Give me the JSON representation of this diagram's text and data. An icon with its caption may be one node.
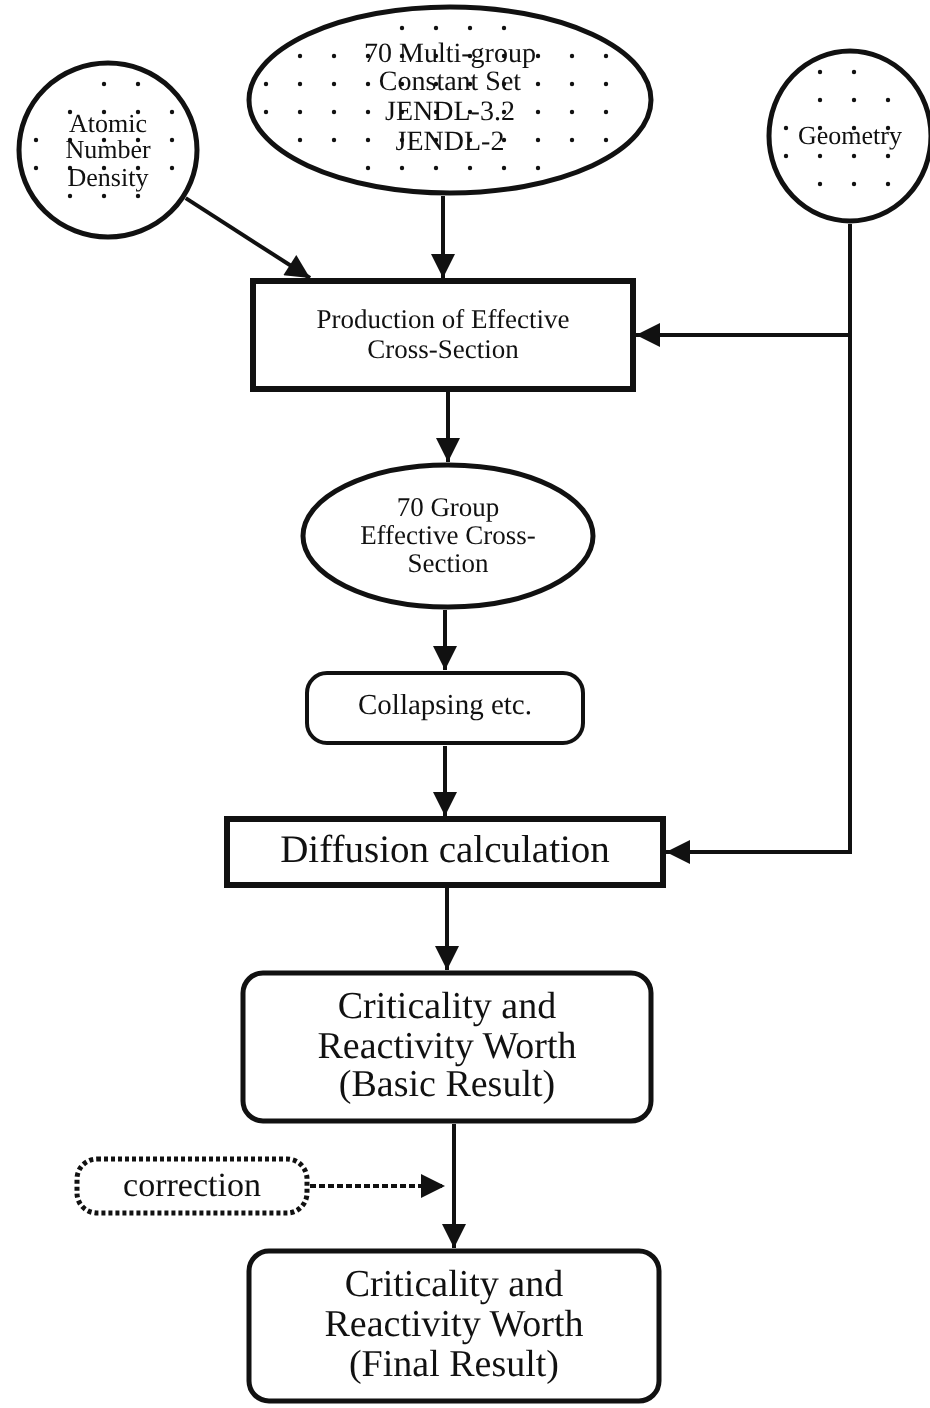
{
  "diagram": {
    "nodes": [
      {
        "text": [
          "Atomic Number Density"
        ]
      },
      {
        "text": [
          "70 Multi-group Constant Set JENDL-3.2 JENDL-2"
        ]
      },
      {
        "text": [
          "Geometry"
        ]
      },
      {
        "text": [
          "Production of Effective Cross-Section"
        ]
      },
      {
        "text": [
          "70 Group Effective Cross-Section"
        ]
      },
      {
        "text": [
          "Collapsing etc."
        ]
      },
      {
        "text": [
          "Diffusion calculation"
        ]
      },
      {
        "text": [
          "Criticality and Reactivity Worth (Basic Result)"
        ]
      },
      {
        "text": [
          "correction"
        ]
      },
      {
        "text": [
          "Criticality and Reactivity Worth (Final Result)"
        ]
      }
    ],
    "edges": [
      {
        "from": 0,
        "to": 3,
        "arrow": "to"
      },
      {
        "from": 1,
        "to": 3,
        "arrow": "to"
      },
      {
        "from": 2,
        "to": 3,
        "arrow": "to"
      },
      {
        "from": 2,
        "to": 6,
        "arrow": "to"
      },
      {
        "from": 3,
        "to": 4,
        "arrow": "to"
      },
      {
        "from": 4,
        "to": 5,
        "arrow": "to"
      },
      {
        "from": 5,
        "to": 6,
        "arrow": "to"
      },
      {
        "from": 6,
        "to": 7,
        "arrow": "to"
      },
      {
        "from": 7,
        "to": 9,
        "arrow": "to"
      },
      {
        "from": 8,
        "to": null,
        "arrow": "to",
        "style": "dashed"
      }
    ]
  }
}
